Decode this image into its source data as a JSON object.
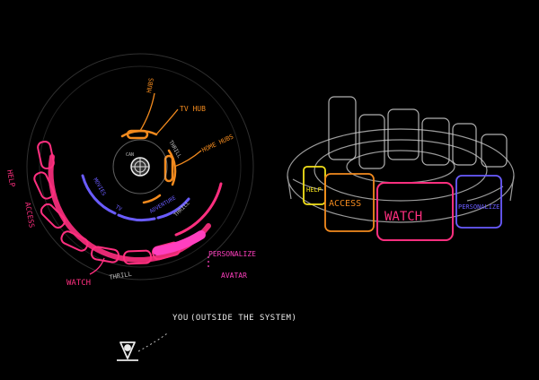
{
  "colors": {
    "background": "#000000",
    "sketch": "#d8d8d8",
    "orange": "#f28a1e",
    "purple": "#6a5cff",
    "pink": "#ff2f7f",
    "magenta": "#ff3fbf",
    "yellow": "#f4e21a",
    "white": "#eaeaea"
  },
  "diagram": {
    "labels": {
      "hubs": "HUBS",
      "tv_hub": "TV HUB",
      "home_hubs": "HOME HUBS",
      "thrill_1": "THRILL",
      "thrill_2": "THRILL",
      "thrill_3": "THRILL",
      "help": "HELP",
      "access": "ACCESS",
      "watch": "WATCH",
      "personalize": "PERSONALIZE",
      "avatar": "AVATAR",
      "you": "YOU",
      "you_note": "(OUTSIDE THE SYSTEM)",
      "movies": "MOVIES",
      "tv": "TV",
      "adventure": "ADVENTURE",
      "can": "CAN"
    },
    "rings": [
      "outer",
      "watch",
      "purple-ring",
      "orange-ring",
      "core"
    ],
    "icons": [
      "core-globe-icon",
      "viewer-eye-icon"
    ]
  },
  "perspective": {
    "panels": [
      {
        "label": "HELP",
        "color": "#f4e21a"
      },
      {
        "label": "ACCESS",
        "color": "#f28a1e"
      },
      {
        "label": "WATCH",
        "color": "#ff2f7f"
      },
      {
        "label": "PERSONALIZE",
        "color": "#6a5cff"
      }
    ]
  }
}
